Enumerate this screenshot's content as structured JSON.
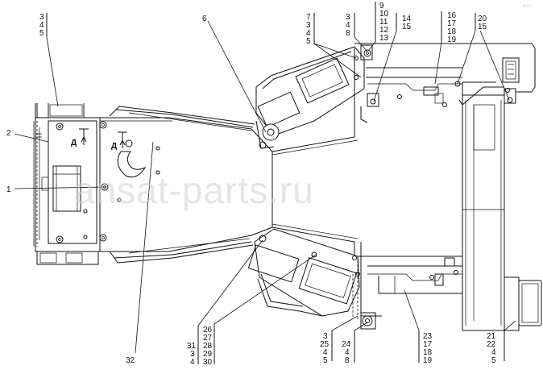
{
  "diagram": {
    "corner_mark": "ᵞ ⁻⁻⁻",
    "watermark": "ansat-parts.ru",
    "section_marks": [
      "Д",
      "Д"
    ],
    "callouts": {
      "c_3_4_5_tl": [
        "3",
        "4",
        "5"
      ],
      "c_2": [
        "2"
      ],
      "c_1": [
        "1"
      ],
      "c_6": [
        "6"
      ],
      "c_7_3_4_5": [
        "7",
        "3",
        "4",
        "5"
      ],
      "c_3_4_8_top": [
        "3",
        "4",
        "8"
      ],
      "c_9_13": [
        "9",
        "10",
        "11",
        "12",
        "13"
      ],
      "c_14_15": [
        "14",
        "15"
      ],
      "c_16_19": [
        "16",
        "17",
        "18",
        "19"
      ],
      "c_20_15": [
        "20",
        "15"
      ],
      "c_32": [
        "32"
      ],
      "c_31_3_4": [
        "31",
        "3",
        "4"
      ],
      "c_26_30": [
        "26",
        "27",
        "28",
        "29",
        "30"
      ],
      "c_3_25_4_5": [
        "3",
        "25",
        "4",
        "5"
      ],
      "c_24_4_8": [
        "24",
        "4",
        "8"
      ],
      "c_23_19": [
        "23",
        "17",
        "18",
        "19"
      ],
      "c_21_22_4_5": [
        "21",
        "22",
        "4",
        "5"
      ]
    }
  }
}
